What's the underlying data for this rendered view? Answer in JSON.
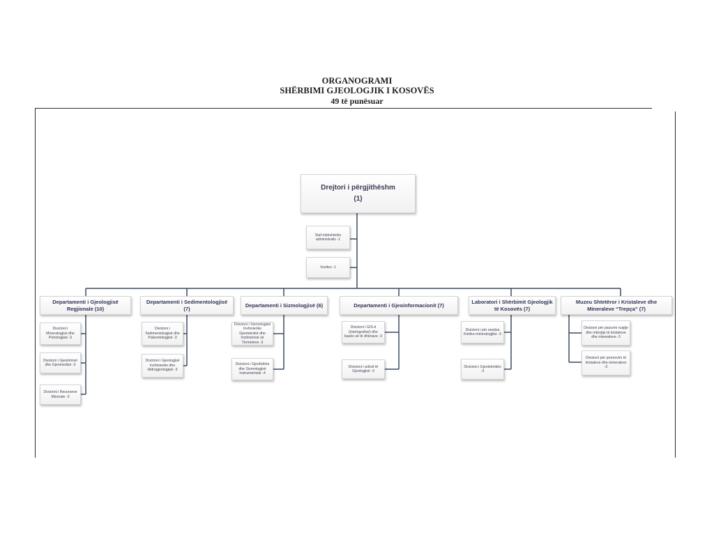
{
  "header": {
    "title": "ORGANOGRAMI",
    "subtitle": "SHËRBIMI GJEOLOGJIK I KOSOVËS",
    "staff_count": "49 të punësuar"
  },
  "director": {
    "title": "Drejtori i përgjithëshm",
    "count": "(1)"
  },
  "support": [
    {
      "label": "Staf mbështetës administrativ -1"
    },
    {
      "label": "Voziteo -1"
    }
  ],
  "departments": [
    {
      "label": "Departamenti i Gjeologjisë Regjionale (10)",
      "divisions": [
        "Divizioni i Mineralogjisë dhe Petrologjisë -3",
        "Divizioni i Gjeokimisë dhe Gjeomedisë -3",
        "Divizioni i Resurseve Minerale -3"
      ]
    },
    {
      "label": "Departamenti i Sedimentologjisë (7)",
      "divisions": [
        "Divizioni i Sedimentologjisë dhe Paleontologjisë -3",
        "Divizioni i Gjeologjisë Inxhinierike dhe Hidrogjeologjisë -3"
      ]
    },
    {
      "label": "Departamenti i Sizmologjisë (6)",
      "divisions": [
        "Divizioni i Sizmologjisë Inxhinierike Gjeoteknikë dhe Inxhinierisë së Tërmeteve -3",
        "Divizioni i Gjeofizikës dhe Sizmologjisë Instrumentale -4"
      ]
    },
    {
      "label": "Departamenti i Gjeoinformacionit (7)",
      "divisions": [
        "Divizioni i GIS-it (Hartografisë) dhe bazës së të dhënave -3",
        "Divizioni i arkivit të Gjeologjisë -3"
      ]
    },
    {
      "label": "Laboratori i Shërbimit Gjeologjik të Kosovës (7)",
      "divisions": [
        "Divizioni i për analiza Kimiko-mineralogjike -3",
        "Divizioni i Gjeoteknikës -3"
      ]
    },
    {
      "label": "Muzeu Shtetëror i Kristaleve dhe Mineraleve “Trepça” (7)",
      "divisions": [
        "Divizioni për pasurim ruajtje dhe mbrojtje të kristaleve dhe mineraleve -3",
        "Divizioni për promovim të kristaleve dhe mineraleve -3"
      ]
    }
  ]
}
